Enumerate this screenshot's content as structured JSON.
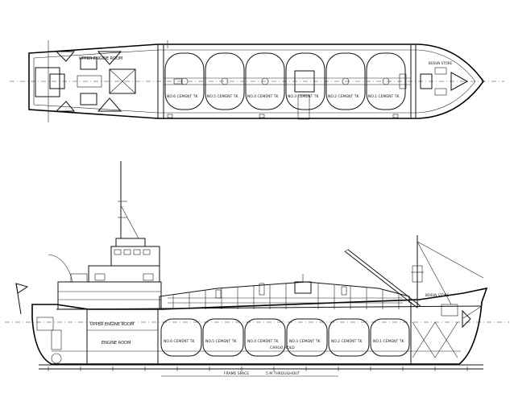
{
  "plan_view": {
    "upper_engine_room": "UPPER ENGINE ROOM",
    "tank_labels": [
      "NO.6 CEMENT TK",
      "NO.5 CEMENT TK",
      "NO.4 CEMENT TK",
      "NO.3 CEMENT TK",
      "NO.2 CEMENT TK",
      "NO.1 CEMENT TK"
    ],
    "bosun_store": "BOSUN STORE"
  },
  "profile_view": {
    "upper_engine_room": "UPPER ENGINE ROOM",
    "engine_room": "ENGINE ROOM",
    "tank_labels": [
      "NO.6 CEMENT TK",
      "NO.5 CEMENT TK",
      "NO.4 CEMENT TK",
      "NO.3 CEMENT TK",
      "NO.2 CEMENT TK",
      "NO.1 CEMENT TK"
    ],
    "cargo_hold": "CARGO HOLD",
    "bosun_store": "BOSUN STORE",
    "frame_space": "FRAME SPACE",
    "throughout": "5 M THROUGHOUT"
  },
  "colors": {
    "ink": "#111111",
    "paper": "#ffffff"
  }
}
